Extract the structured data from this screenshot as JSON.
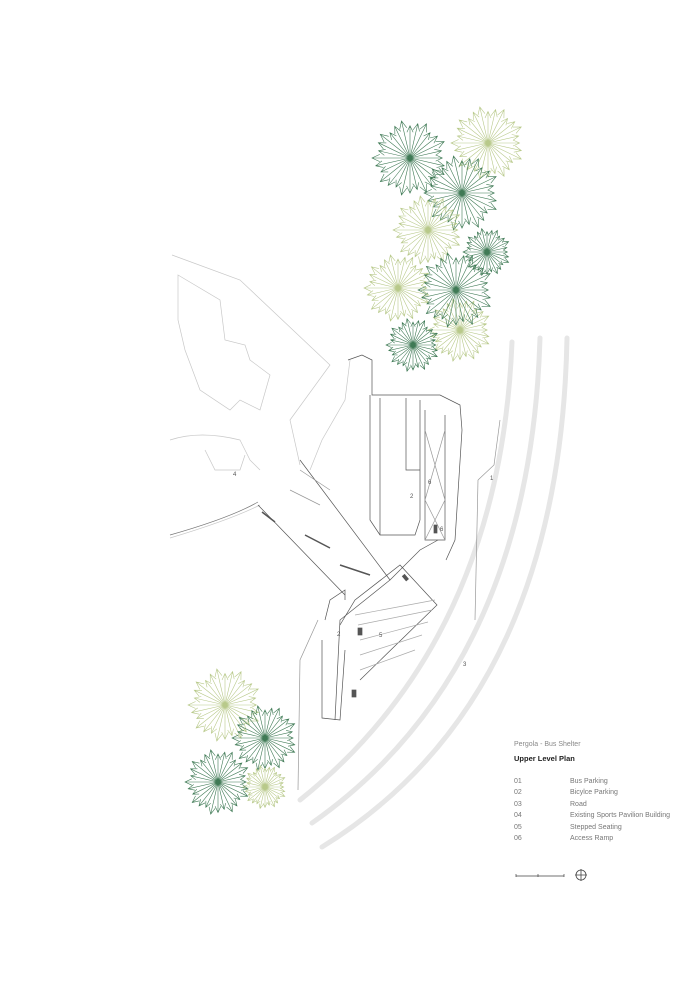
{
  "drawing": {
    "subtitle": "Pergola - Bus Shelter",
    "title": "Upper Level Plan",
    "legend": [
      {
        "num": "01",
        "label": "Bus Parking"
      },
      {
        "num": "02",
        "label": "Bicylce Parking"
      },
      {
        "num": "03",
        "label": "Road"
      },
      {
        "num": "04",
        "label": "Existing Sports Pavilion Building"
      },
      {
        "num": "05",
        "label": "Stepped Seating"
      },
      {
        "num": "06",
        "label": "Access Ramp"
      }
    ],
    "plan_labels": [
      "1",
      "2",
      "3",
      "4",
      "5",
      "6",
      "6",
      "2"
    ],
    "icons": [
      "scale-bar-icon",
      "north-arrow-icon",
      "tree-icon"
    ],
    "colors": {
      "tree_dark": "#3f7a55",
      "tree_light": "#b8c98a",
      "line": "#555555",
      "faint": "#bbbbbb",
      "road": "#e6e6e6"
    }
  }
}
